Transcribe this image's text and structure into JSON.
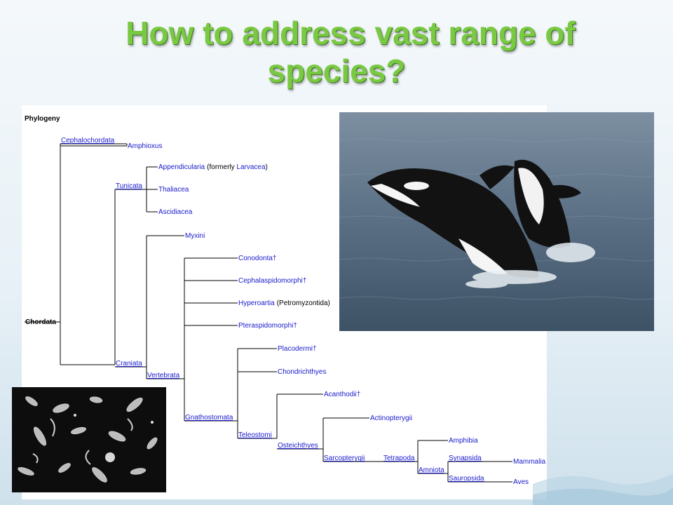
{
  "slide": {
    "title_line1": "How to address vast range of",
    "title_line2": "species?"
  },
  "phylogeny": {
    "heading": "Phylogeny",
    "nodes": {
      "chordata": "Chordata",
      "cephalochordata": "Cephalochordata",
      "amphioxus": "Amphioxus",
      "tunicata": "Tunicata",
      "appendicularia": "Appendicularia",
      "appendicularia_note_pre": "(formerly ",
      "larvacea": "Larvacea",
      "appendicularia_note_post": ")",
      "thaliacea": "Thaliacea",
      "ascidiacea": "Ascidiacea",
      "craniata": "Craniata",
      "myxini": "Myxini",
      "vertebrata": "Vertebrata",
      "conodonta": "Conodonta†",
      "cephalaspidomorphi": "Cephalaspidomorphi†",
      "hyperoartia": "Hyperoartia",
      "hyperoartia_note": "(Petromyzontida)",
      "pteraspidomorphi": "Pteraspidomorphi†",
      "gnathostomata": "Gnathostomata",
      "placodermi": "Placodermi†",
      "chondrichthyes": "Chondrichthyes",
      "teleostomi": "Teleostomi",
      "acanthodii": "Acanthodii†",
      "osteichthyes": "Osteichthyes",
      "actinopterygii": "Actinopterygii",
      "sarcopterygii": "Sarcopterygii",
      "tetrapoda": "Tetrapoda",
      "amphibia": "Amphibia",
      "amniota": "Amniota",
      "synapsida": "Synapsida",
      "mammalia": "Mammalia",
      "sauropsida": "Sauropsida",
      "aves": "Aves"
    }
  },
  "colors": {
    "title_green": "#7ac943",
    "link_blue": "#1a1acc",
    "line_black": "#000000"
  }
}
